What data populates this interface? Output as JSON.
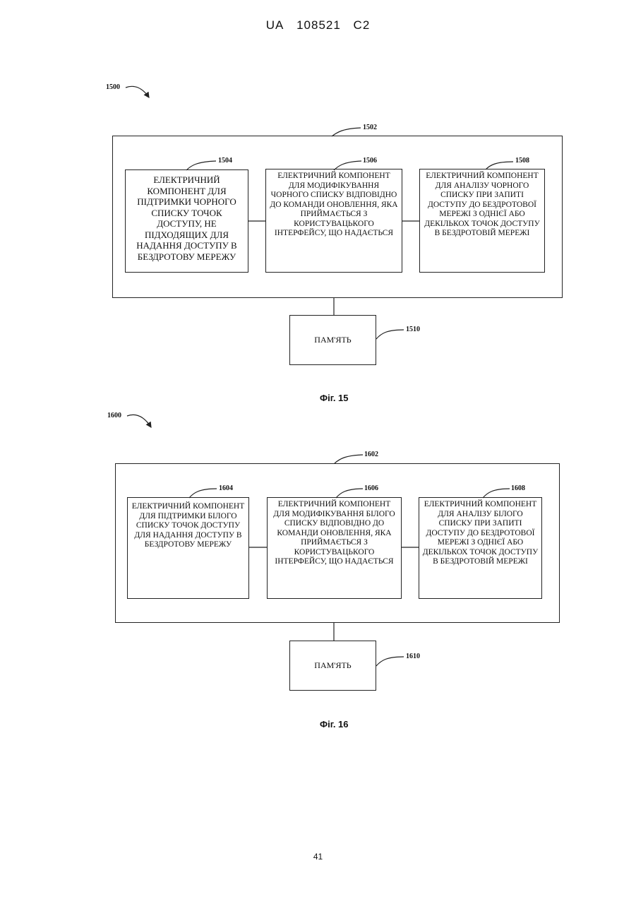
{
  "header": {
    "country": "UA",
    "number": "108521",
    "kind": "C2"
  },
  "fig15": {
    "system_ref": "1500",
    "outer_ref": "1502",
    "components": [
      {
        "ref": "1504",
        "text": "ЕЛЕКТРИЧНИЙ КОМПОНЕНТ ДЛЯ ПІДТРИМКИ ЧОРНОГО СПИСКУ ТОЧОК ДОСТУПУ, НЕ ПІДХОДЯЩИХ ДЛЯ НАДАННЯ ДОСТУПУ В БЕЗДРОТОВУ МЕРЕЖУ"
      },
      {
        "ref": "1506",
        "text": "ЕЛЕКТРИЧНИЙ КОМПОНЕНТ ДЛЯ МОДИФІКУВАННЯ ЧОРНОГО СПИСКУ ВІДПОВІДНО ДО КОМАНДИ ОНОВЛЕННЯ, ЯКА ПРИЙМАЄТЬСЯ З КОРИСТУВАЦЬКОГО ІНТЕРФЕЙСУ, ЩО НАДАЄТЬСЯ"
      },
      {
        "ref": "1508",
        "text": "ЕЛЕКТРИЧНИЙ КОМПОНЕНТ ДЛЯ АНАЛІЗУ ЧОРНОГО СПИСКУ ПРИ ЗАПИТІ ДОСТУПУ ДО БЕЗДРОТОВОЇ МЕРЕЖІ З ОДНІЄЇ АБО ДЕКІЛЬКОХ ТОЧОК ДОСТУПУ В БЕЗДРОТОВІЙ МЕРЕЖІ"
      }
    ],
    "memory": {
      "ref": "1510",
      "label": "ПАМ'ЯТЬ"
    },
    "caption": "Фіг. 15"
  },
  "fig16": {
    "system_ref": "1600",
    "outer_ref": "1602",
    "components": [
      {
        "ref": "1604",
        "text": "ЕЛЕКТРИЧНИЙ КОМПОНЕНТ ДЛЯ ПІДТРИМКИ БІЛОГО СПИСКУ ТОЧОК ДОСТУПУ ДЛЯ НАДАННЯ ДОСТУПУ В БЕЗДРОТОВУ МЕРЕЖУ"
      },
      {
        "ref": "1606",
        "text": "ЕЛЕКТРИЧНИЙ КОМПОНЕНТ ДЛЯ МОДИФІКУВАННЯ БІЛОГО СПИСКУ ВІДПОВІДНО ДО КОМАНДИ ОНОВЛЕННЯ, ЯКА ПРИЙМАЄТЬСЯ З КОРИСТУВАЦЬКОГО ІНТЕРФЕЙСУ, ЩО НАДАЄТЬСЯ"
      },
      {
        "ref": "1608",
        "text": "ЕЛЕКТРИЧНИЙ КОМПОНЕНТ ДЛЯ АНАЛІЗУ БІЛОГО СПИСКУ ПРИ ЗАПИТІ ДОСТУПУ ДО БЕЗДРОТОВОЇ МЕРЕЖІ З ОДНІЄЇ АБО ДЕКІЛЬКОХ ТОЧОК ДОСТУПУ В БЕЗДРОТОВІЙ МЕРЕЖІ"
      }
    ],
    "memory": {
      "ref": "1610",
      "label": "ПАМ'ЯТЬ"
    },
    "caption": "Фіг. 16"
  },
  "page_number": "41"
}
